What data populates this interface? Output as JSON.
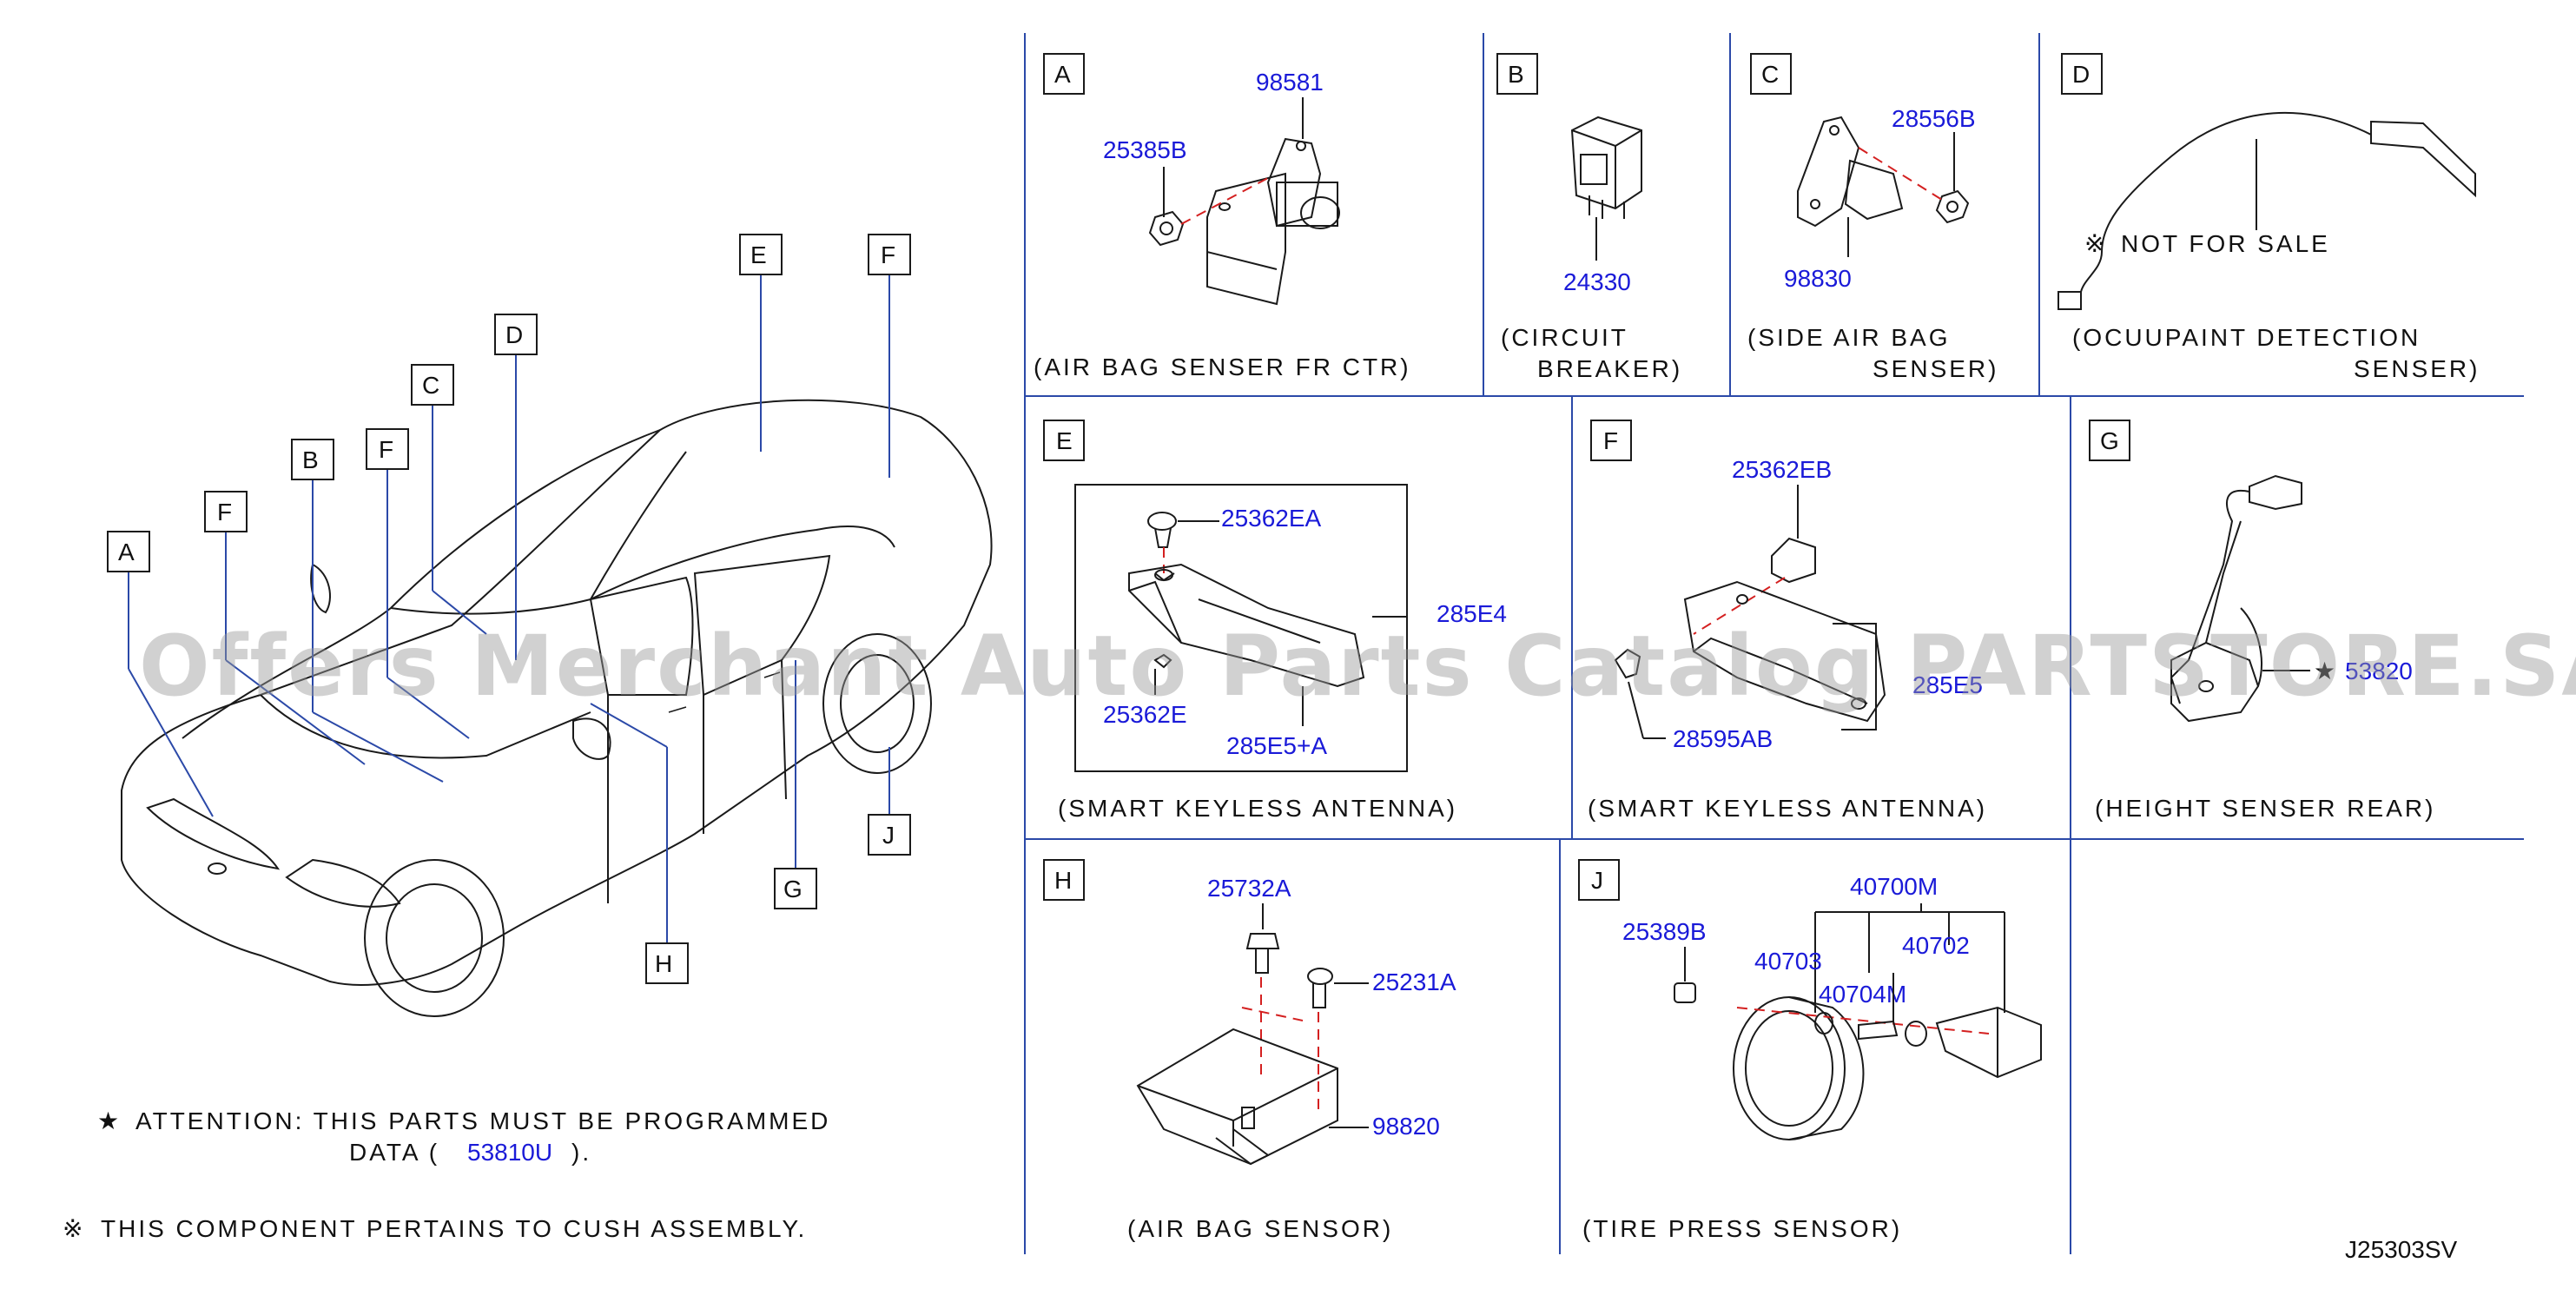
{
  "watermark": "Offers Merchant Auto Parts Catalog PARTSTORE.SA",
  "diagram_code": "J25303SV",
  "overview": {
    "callouts": [
      "A",
      "B",
      "C",
      "D",
      "E",
      "F",
      "F",
      "F",
      "G",
      "H",
      "J"
    ]
  },
  "notes": {
    "attention_line1": "ATTENTION:  THIS  PARTS  MUST  BE  PROGRAMMED",
    "attention_line2": "DATA  (",
    "attention_part": "53810U",
    "attention_line2_end": ").",
    "cush_note": "THIS  COMPONENT  PERTAINS  TO  CUSH  ASSEMBLY.",
    "star_symbol": "★",
    "cush_symbol": "※"
  },
  "panels": {
    "A": {
      "letter": "A",
      "parts": [
        "98581",
        "25385B"
      ],
      "caption": "(AIR  BAG  SENSER  FR  CTR)"
    },
    "B": {
      "letter": "B",
      "parts": [
        "24330"
      ],
      "caption_line1": "(CIRCUIT",
      "caption_line2": "BREAKER)"
    },
    "C": {
      "letter": "C",
      "parts": [
        "28556B",
        "98830"
      ],
      "caption_line1": "(SIDE  AIR  BAG",
      "caption_line2": "SENSER)"
    },
    "D": {
      "letter": "D",
      "note": "NOT  FOR  SALE",
      "caption_line1": "(OCUUPAINT  DETECTION",
      "caption_line2": "SENSER)"
    },
    "E": {
      "letter": "E",
      "parts": [
        "25362EA",
        "285E4",
        "25362E",
        "285E5+A"
      ],
      "caption": "(SMART  KEYLESS  ANTENNA)"
    },
    "F": {
      "letter": "F",
      "parts": [
        "25362EB",
        "285E5",
        "28595AB"
      ],
      "caption": "(SMART  KEYLESS  ANTENNA)"
    },
    "G": {
      "letter": "G",
      "parts": [
        "53820"
      ],
      "caption": "(HEIGHT  SENSER  REAR)"
    },
    "H": {
      "letter": "H",
      "parts": [
        "25732A",
        "25231A",
        "98820"
      ],
      "caption": "(AIR  BAG  SENSOR)"
    },
    "J": {
      "letter": "J",
      "parts": [
        "40700M",
        "25389B",
        "40703",
        "40702",
        "40704M"
      ],
      "caption": "(TIRE  PRESS  SENSOR)"
    }
  }
}
